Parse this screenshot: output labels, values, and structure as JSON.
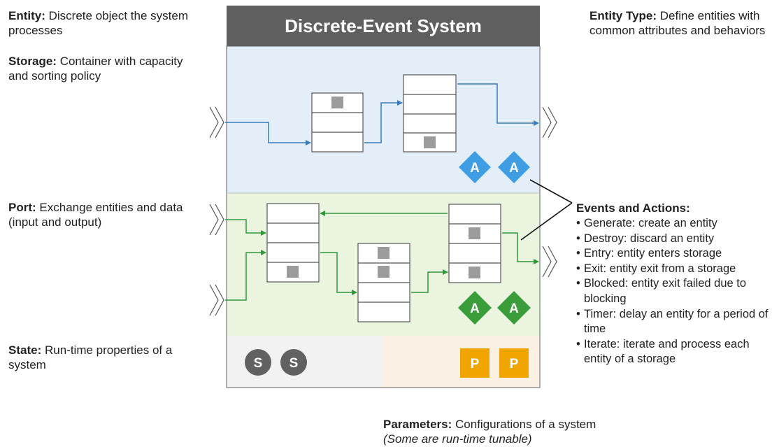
{
  "system": {
    "title": "Discrete-Event System"
  },
  "notes": {
    "entity": {
      "term": "Entity:",
      "text": "Discrete object the system processes"
    },
    "storage": {
      "term": "Storage:",
      "text": "Container with capacity and sorting policy"
    },
    "port": {
      "term": "Port:",
      "text": "Exchange entities and data (input and output)"
    },
    "state": {
      "term": "State:",
      "text": "Run-time properties of a system"
    },
    "entity_type": {
      "term": "Entity Type:",
      "text": "Define entities with common attributes and behaviors"
    },
    "parameters": {
      "term": "Parameters:",
      "text": "Configurations of a system",
      "note": "(Some are run-time tunable)"
    }
  },
  "events": {
    "heading": "Events and Actions:",
    "items": [
      "Generate: create an entity",
      "Destroy: discard an entity",
      "Entry: entity enters storage",
      "Exit: entity exit from a storage",
      "Blocked: entity exit failed due to blocking",
      "Timer: delay an entity for a period of time",
      "Iterate: iterate and process each entity of a storage"
    ]
  },
  "badges": {
    "attribute_letter": "A",
    "state_letter": "S",
    "parameter_letter": "P"
  },
  "colors": {
    "header": "#5f5f5f",
    "top_panel": "#e3eef8",
    "bottom_panel": "#eaf4df",
    "state_panel": "#f2f2f2",
    "param_panel": "#faf0e3",
    "blue_line": "#3a7bbd",
    "green_line": "#2e9a3a",
    "blue_badge": "#3f9de3",
    "green_badge": "#3b9d3a",
    "state_badge": "#616161",
    "param_badge": "#f0a500",
    "entity": "#9b9b9b"
  }
}
